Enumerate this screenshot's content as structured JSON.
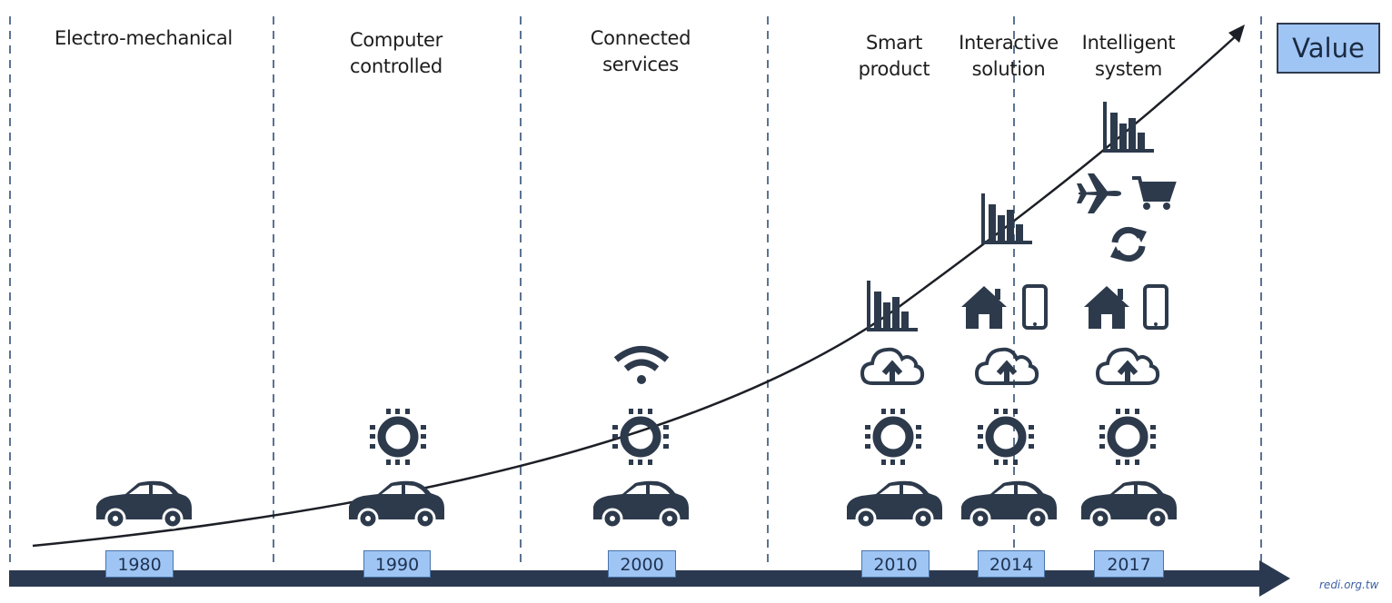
{
  "value_label": "Value",
  "watermark": "redi.org.tw",
  "stages": [
    {
      "title": "Electro-mechanical",
      "year": "1980",
      "icons": [
        "car-icon"
      ]
    },
    {
      "title": "Computer\ncontrolled",
      "year": "1990",
      "icons": [
        "car-icon",
        "chip-icon"
      ]
    },
    {
      "title": "Connected\nservices",
      "year": "2000",
      "icons": [
        "car-icon",
        "chip-icon",
        "wifi-icon"
      ]
    },
    {
      "title": "Smart\nproduct",
      "year": "2010",
      "icons": [
        "car-icon",
        "chip-icon",
        "cloud-upload-icon",
        "bar-chart-icon"
      ]
    },
    {
      "title": "Interactive\nsolution",
      "year": "2014",
      "icons": [
        "car-icon",
        "chip-icon",
        "cloud-upload-icon",
        "home-icon",
        "phone-icon",
        "bar-chart-icon"
      ]
    },
    {
      "title": "Intelligent\nsystem",
      "year": "2017",
      "icons": [
        "car-icon",
        "chip-icon",
        "cloud-upload-icon",
        "home-icon",
        "phone-icon",
        "sync-icon",
        "airplane-icon",
        "cart-icon",
        "bar-chart-icon"
      ]
    }
  ],
  "colors": {
    "icon": "#2d3a4c",
    "axis": "#2b3950",
    "year_fill": "#9fc5f5",
    "divider": "#5b7392"
  }
}
